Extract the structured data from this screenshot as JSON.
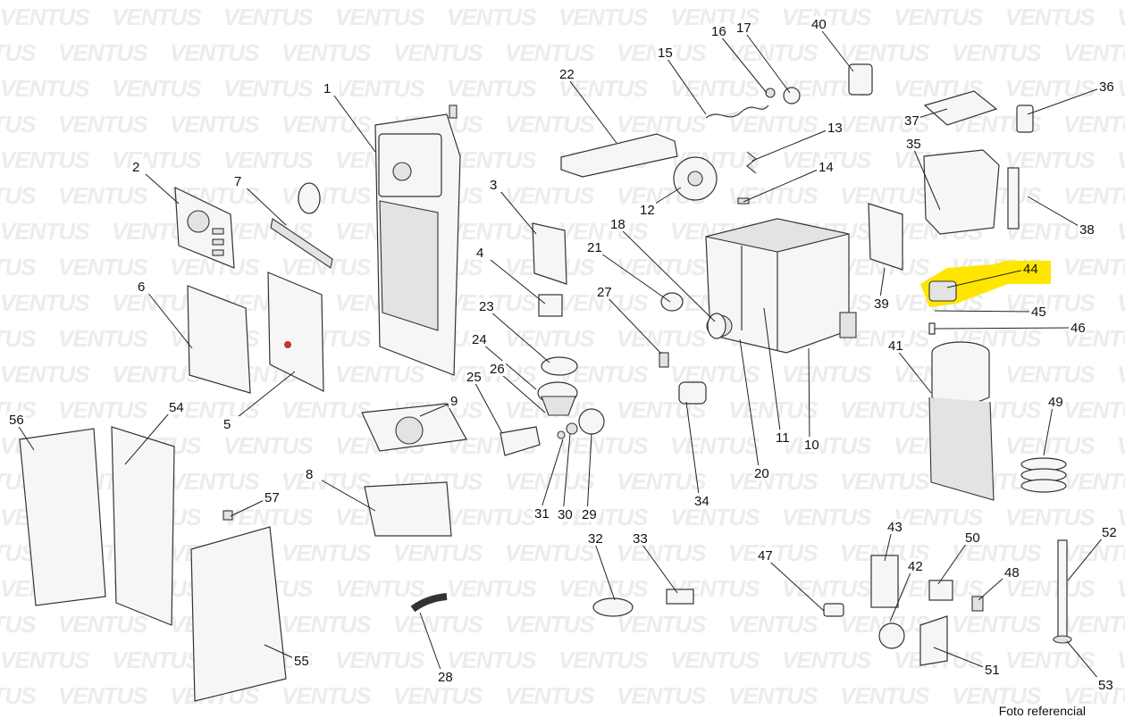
{
  "watermark": "VENTUS",
  "footer_caption": "Foto referencial",
  "highlight_color": "#ffe600",
  "callouts": [
    "1",
    "2",
    "3",
    "4",
    "5",
    "6",
    "7",
    "8",
    "9",
    "10",
    "11",
    "12",
    "13",
    "14",
    "15",
    "16",
    "17",
    "18",
    "20",
    "21",
    "22",
    "23",
    "24",
    "25",
    "26",
    "27",
    "28",
    "29",
    "30",
    "31",
    "32",
    "33",
    "34",
    "35",
    "36",
    "37",
    "38",
    "39",
    "40",
    "41",
    "42",
    "43",
    "44",
    "45",
    "46",
    "47",
    "48",
    "49",
    "50",
    "51",
    "52",
    "53",
    "54",
    "55",
    "56",
    "57"
  ],
  "highlighted_callout": "44"
}
